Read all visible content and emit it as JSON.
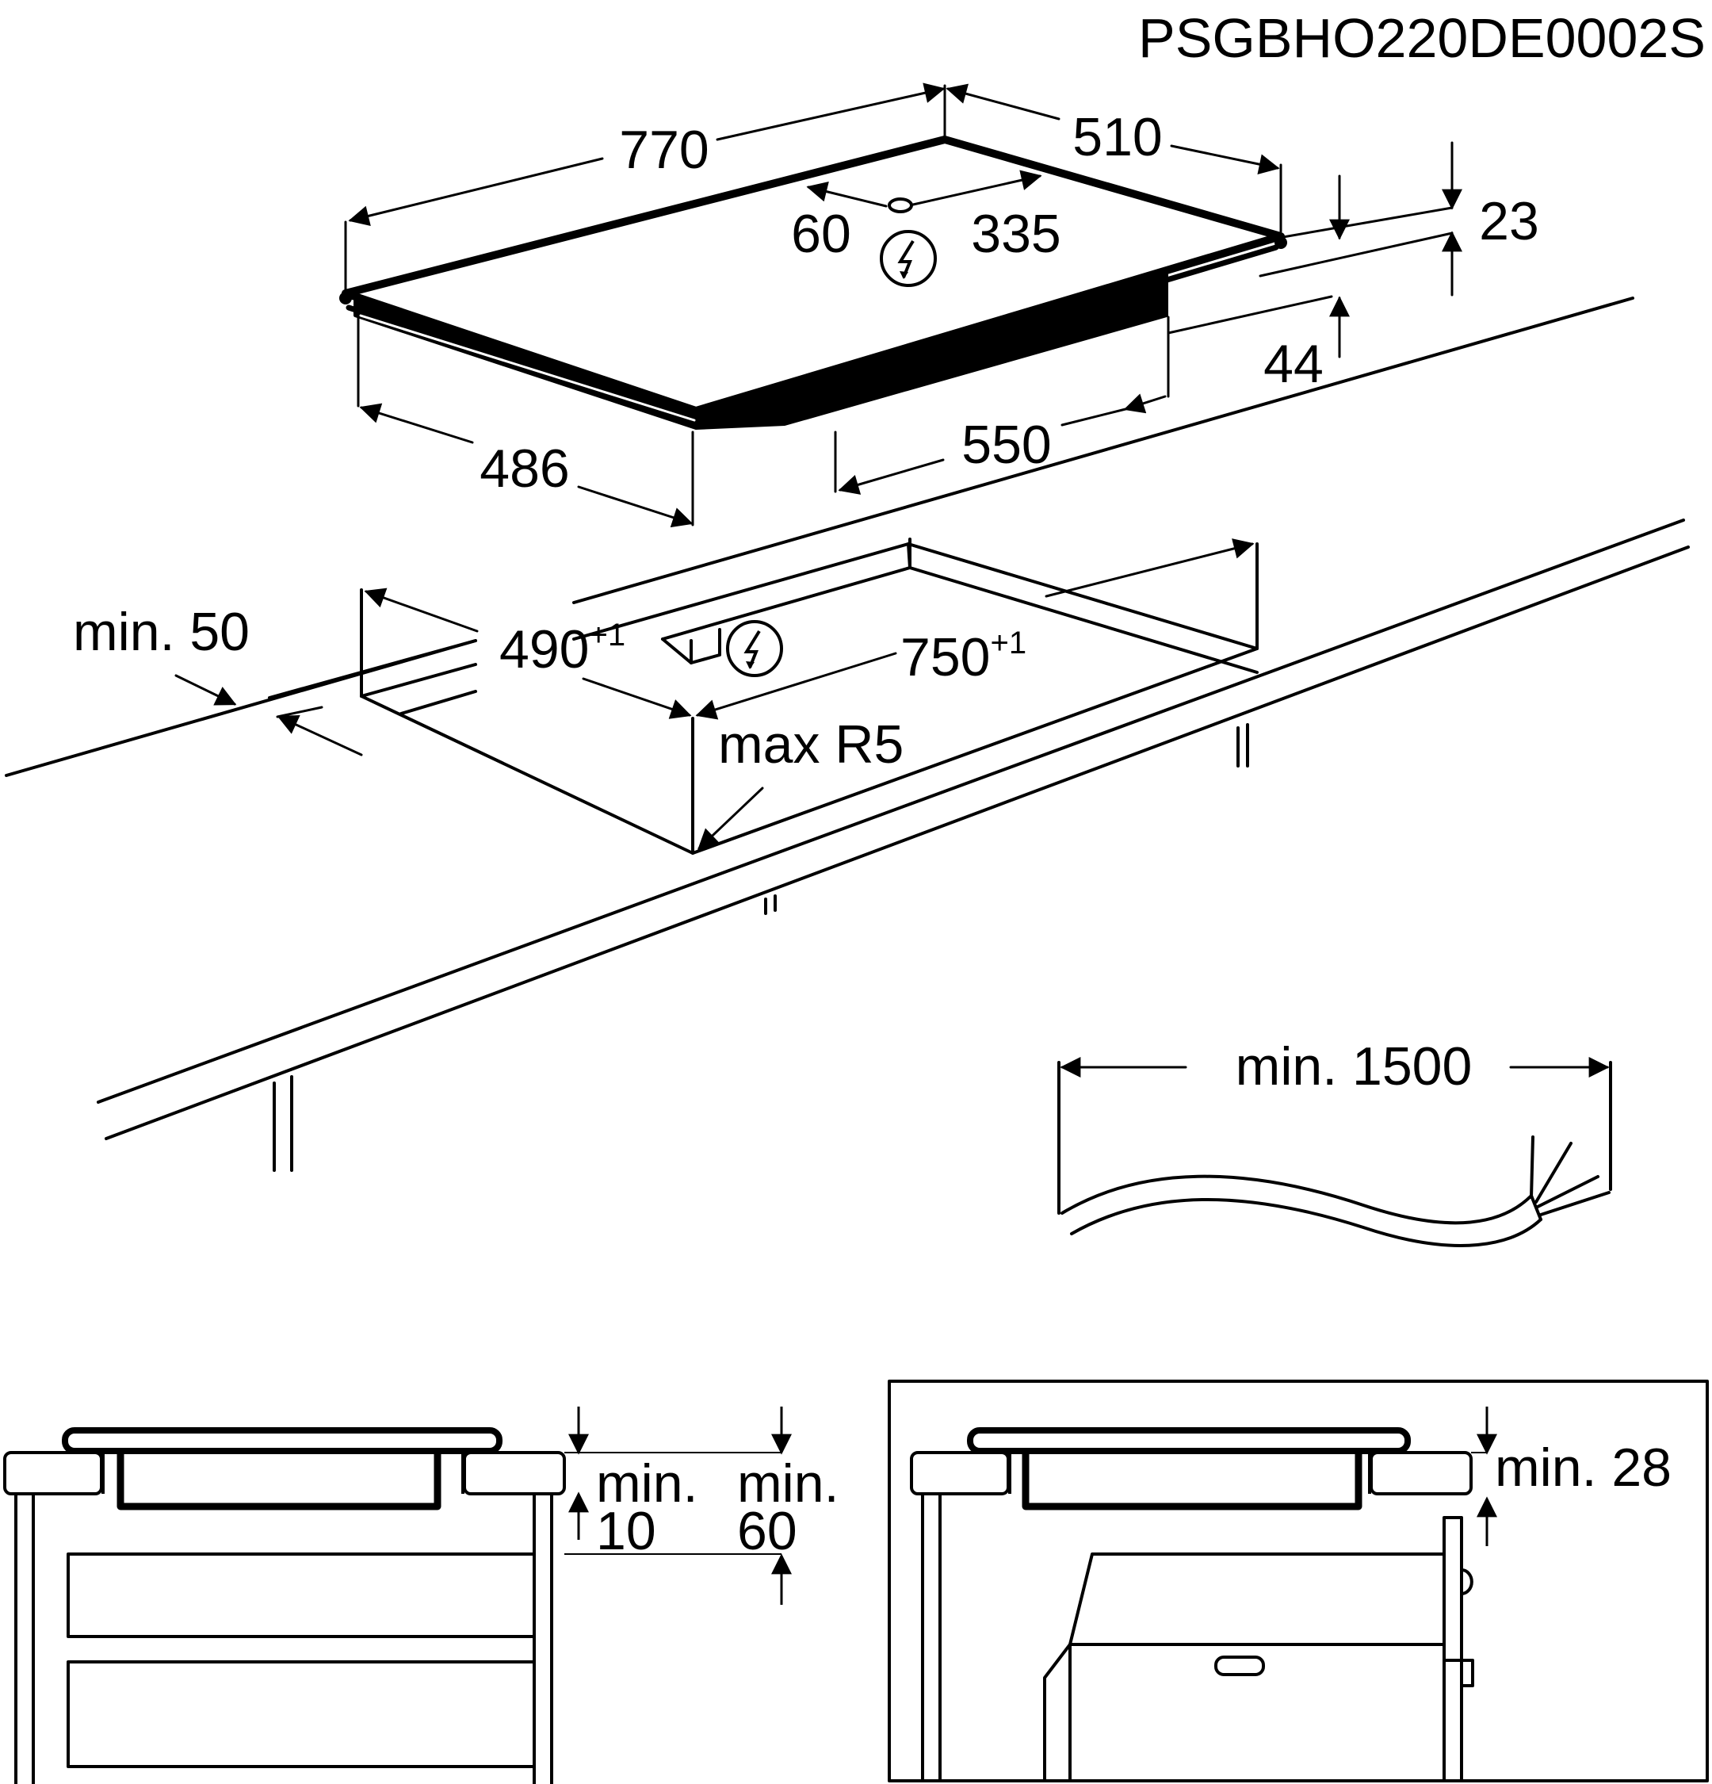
{
  "document": {
    "code": "PSGBHO220DE0002S"
  },
  "hob": {
    "width": "770",
    "depth": "510",
    "supply_offset_left": "60",
    "supply_offset_right": "335",
    "thickness": "23",
    "box_height": "44",
    "box_width": "550",
    "box_depth": "486"
  },
  "cutout": {
    "depth": "490",
    "depth_tol": "+1",
    "width": "750",
    "width_tol": "+1",
    "min_front": "min. 50",
    "corner_radius": "max R5"
  },
  "cable": {
    "length": "min. 1500"
  },
  "section_drawer": {
    "min_label_a": "min.",
    "value_a": "10",
    "min_label_b": "min.",
    "value_b": "60"
  },
  "section_oven": {
    "label": "min. 28"
  },
  "icons": {
    "electric": "electric-hazard-icon"
  },
  "colors": {
    "ink": "#000000",
    "paper": "#ffffff"
  }
}
